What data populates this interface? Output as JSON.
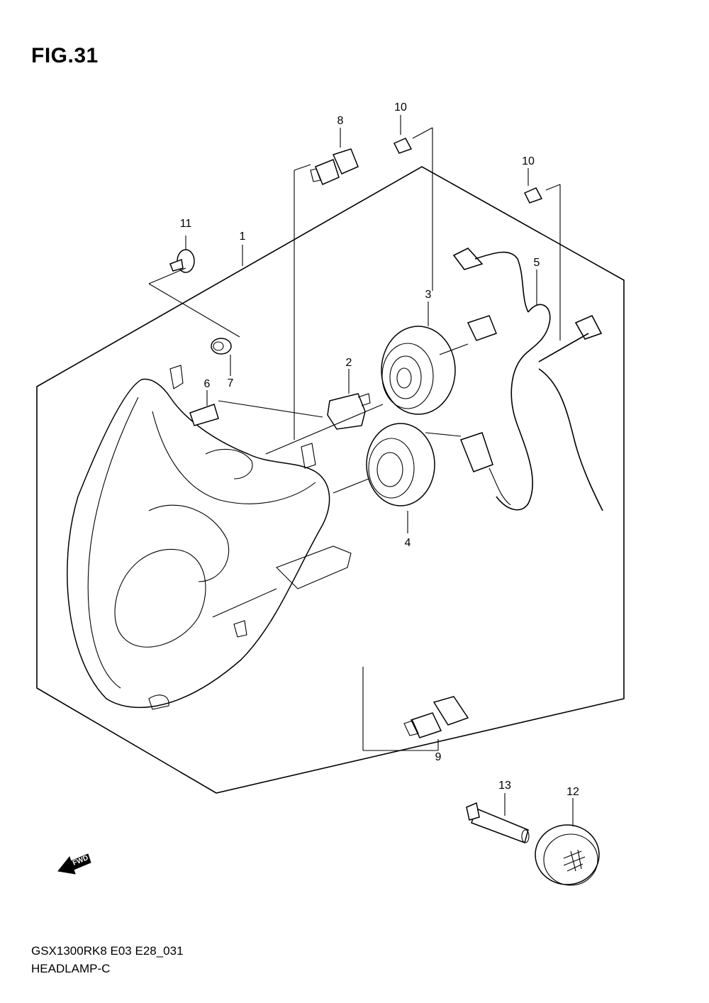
{
  "figure": {
    "title": "FIG.31",
    "model_code": "GSX1300RK8 E03 E28_031",
    "name": "HEADLAMP-C",
    "fwd_label": "FWD"
  },
  "callouts": [
    {
      "id": "1",
      "label": "1"
    },
    {
      "id": "2",
      "label": "2"
    },
    {
      "id": "3",
      "label": "3"
    },
    {
      "id": "4",
      "label": "4"
    },
    {
      "id": "5",
      "label": "5"
    },
    {
      "id": "6",
      "label": "6"
    },
    {
      "id": "7",
      "label": "7"
    },
    {
      "id": "8",
      "label": "8"
    },
    {
      "id": "9",
      "label": "9"
    },
    {
      "id": "10a",
      "label": "10"
    },
    {
      "id": "10b",
      "label": "10"
    },
    {
      "id": "11",
      "label": "11"
    },
    {
      "id": "12",
      "label": "12"
    },
    {
      "id": "13",
      "label": "13"
    }
  ]
}
